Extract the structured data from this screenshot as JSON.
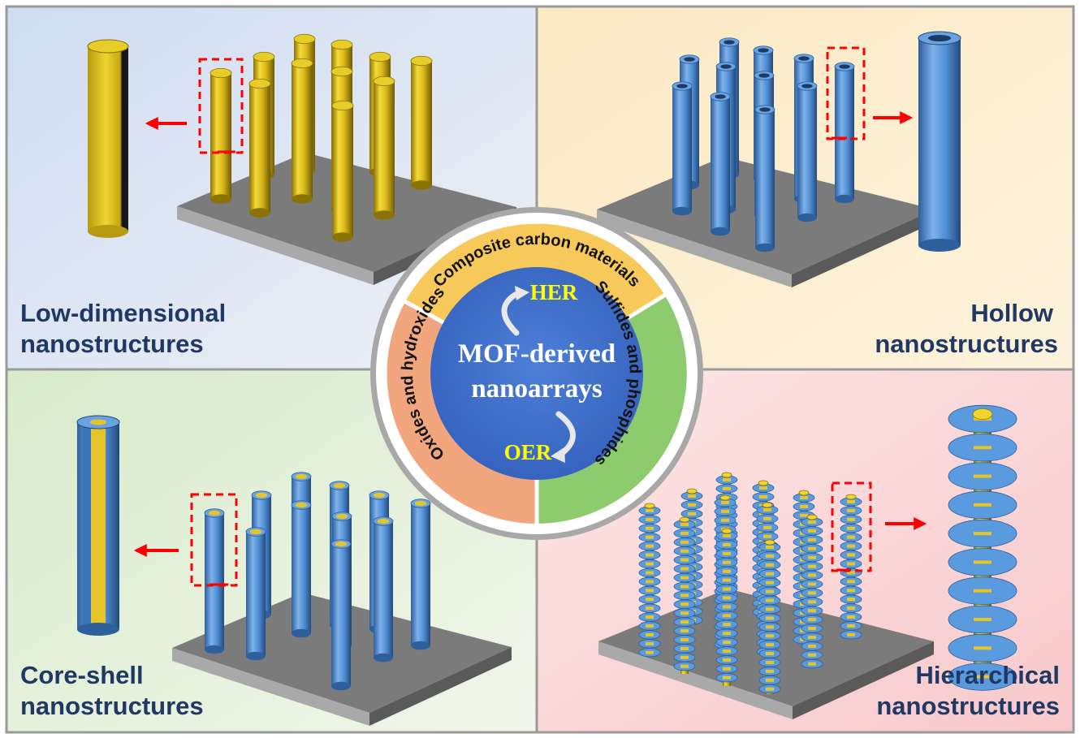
{
  "quadrants": {
    "top_left": {
      "line1": "Low-dimensional",
      "line2": "nanostructures"
    },
    "top_right": {
      "line1": "Hollow",
      "line2": "nanostructures"
    },
    "bottom_left": {
      "line1": "Core-shell",
      "line2": "nanostructures"
    },
    "bottom_right": {
      "line1": "Hierarchical",
      "line2": "nanostructures"
    }
  },
  "center": {
    "line1": "MOF-derived",
    "line2": "nanoarrays",
    "reaction_top": "HER",
    "reaction_bottom": "OER"
  },
  "ring_segments": {
    "top": "Composite carbon materials",
    "right": "Sulfides and phosphides",
    "left": "Oxides and hydroxides"
  },
  "colors": {
    "rod_yellow": "#e6c52a",
    "rod_blue": "#4f8fd6",
    "segment_top": "#f6c95a",
    "segment_right": "#8ecb6e",
    "segment_left": "#f2a67e",
    "center_blue": "#3d6bc7",
    "highlight_red": "#ff0000"
  }
}
